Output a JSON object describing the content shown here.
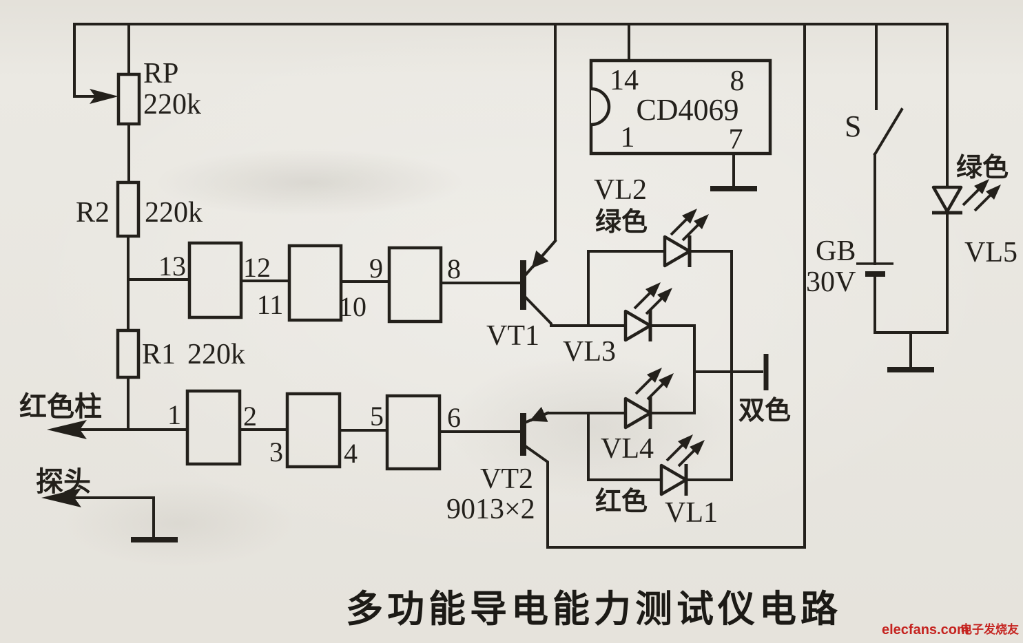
{
  "title": "多功能导电能力测试仪电路",
  "watermark": {
    "site": "elecfans.com",
    "cn": "电子发烧友",
    "color": "#c5231f"
  },
  "colors": {
    "ink": "#23201b",
    "paper": "#ebe9e3"
  },
  "labels": {
    "rp": "RP",
    "rp_value": "220k",
    "r2": "R2",
    "r2_value": "220k",
    "r1": "R1",
    "r1_value": "220k",
    "ic": "CD4069",
    "ic_pin14": "14",
    "ic_pin8": "8",
    "ic_pin1": "1",
    "ic_pin7": "7",
    "vt1": "VT1",
    "vt2": "VT2",
    "vt_model": "9013×2",
    "vl1": "VL1",
    "vl2": "VL2",
    "vl3": "VL3",
    "vl4": "VL4",
    "vl5": "VL5",
    "vl2_color": "绿色",
    "vl1_color": "红色",
    "vl5_color": "绿色",
    "dual": "双色",
    "battery": "GB",
    "battery_voltage": "30V",
    "switch": "S",
    "red_post": "红色柱",
    "probe": "探头"
  },
  "gate_pins": {
    "top": [
      "13",
      "12",
      "11",
      "10",
      "9",
      "8"
    ],
    "bottom": [
      "1",
      "2",
      "3",
      "4",
      "5",
      "6"
    ]
  }
}
